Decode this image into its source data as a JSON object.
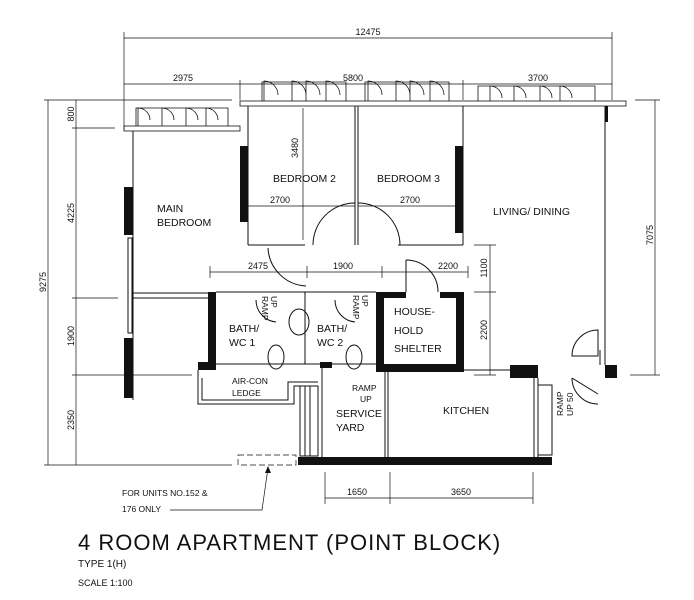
{
  "dimensions": {
    "overall_width": "12475",
    "top_segments": [
      "2975",
      "5800",
      "3700"
    ],
    "overall_depth": "9275",
    "left_segments": [
      "800",
      "4225",
      "1900",
      "2350"
    ],
    "right_depth": "7075",
    "bedroom2_depth": "3480",
    "bedroom_widths": [
      "2700",
      "2700"
    ],
    "corridor_segments": [
      "2475",
      "1900",
      "2200"
    ],
    "right_inner": [
      "1100",
      "2200"
    ],
    "bottom_segments": [
      "1650",
      "3650"
    ]
  },
  "rooms": {
    "main_bedroom": [
      "MAIN",
      "BEDROOM"
    ],
    "bedroom2": "BEDROOM 2",
    "bedroom3": "BEDROOM 3",
    "living": "LIVING/ DINING",
    "bath1": [
      "BATH/",
      "WC 1"
    ],
    "bath2": [
      "BATH/",
      "WC 2"
    ],
    "shelter": [
      "HOUSE-",
      "HOLD",
      "SHELTER"
    ],
    "aircon": [
      "AIR-CON",
      "LEDGE"
    ],
    "service_yard": [
      "SERVICE",
      "YARD"
    ],
    "kitchen": "KITCHEN"
  },
  "ramps": {
    "bath1": [
      "RAMP",
      "UP"
    ],
    "bath2": [
      "RAMP",
      "UP"
    ],
    "yard": [
      "RAMP",
      "UP"
    ],
    "entrance": [
      "RAMP",
      "UP 50"
    ]
  },
  "note": [
    "FOR UNITS NO.152 &",
    "176 ONLY"
  ],
  "title": "4 ROOM APARTMENT (POINT BLOCK)",
  "type": "TYPE 1(H)",
  "scale": "SCALE  1:100"
}
